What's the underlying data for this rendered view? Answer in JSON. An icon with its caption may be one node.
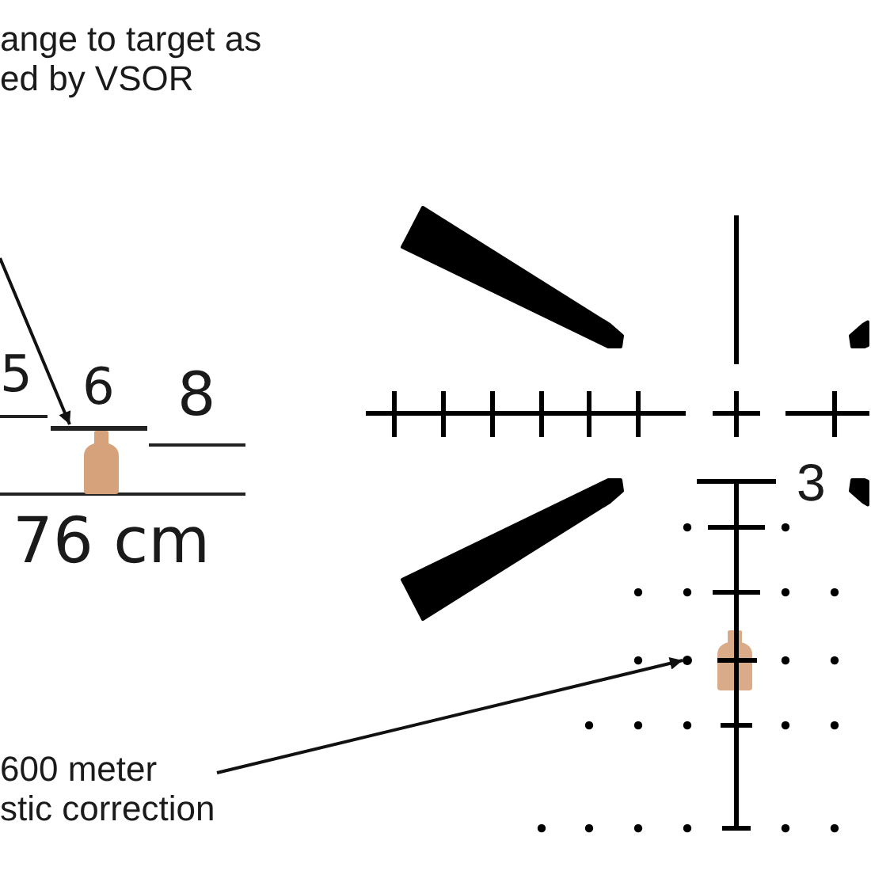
{
  "diagram": {
    "nodes": [
      {
        "text": [
          "ange to target as ed by VSOR"
        ]
      },
      {
        "text": [],
        "shape": "line"
      },
      {
        "text": [
          "600 meter stic correction"
        ]
      },
      {
        "text": [],
        "shape": "circle"
      }
    ],
    "edges": [
      {
        "from": null,
        "to": 1,
        "arrow": "to"
      },
      {
        "from": 2,
        "to": 3,
        "arrow": "to"
      }
    ],
    "labels": [
      "5",
      "6",
      "8",
      "76 cm",
      "3"
    ]
  }
}
